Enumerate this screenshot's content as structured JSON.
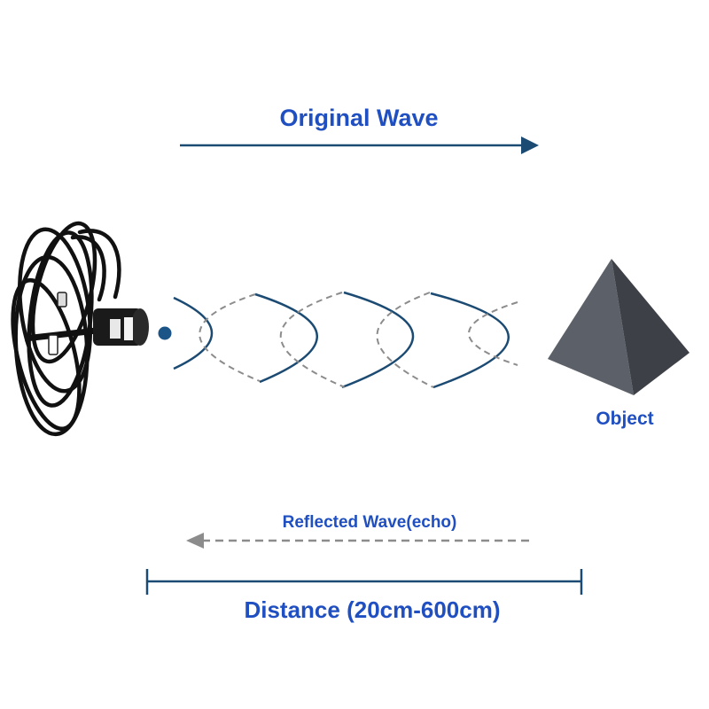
{
  "labels": {
    "original_wave": "Original Wave",
    "object": "Object",
    "reflected_wave": "Reflected Wave(echo)",
    "distance": "Distance (20cm-600cm)"
  },
  "colors": {
    "label_blue": "#1f4fc1",
    "wave_solid": "#1b4a72",
    "wave_dashed": "#8c8c8c",
    "sensor_dot": "#1b5588",
    "pyramid_light": "#5c6068",
    "pyramid_dark": "#3d4047",
    "cable": "#111111",
    "distance_line": "#1b4a72"
  },
  "icons": {
    "sensor": "parking-sensor-with-cable",
    "object": "pyramid"
  }
}
